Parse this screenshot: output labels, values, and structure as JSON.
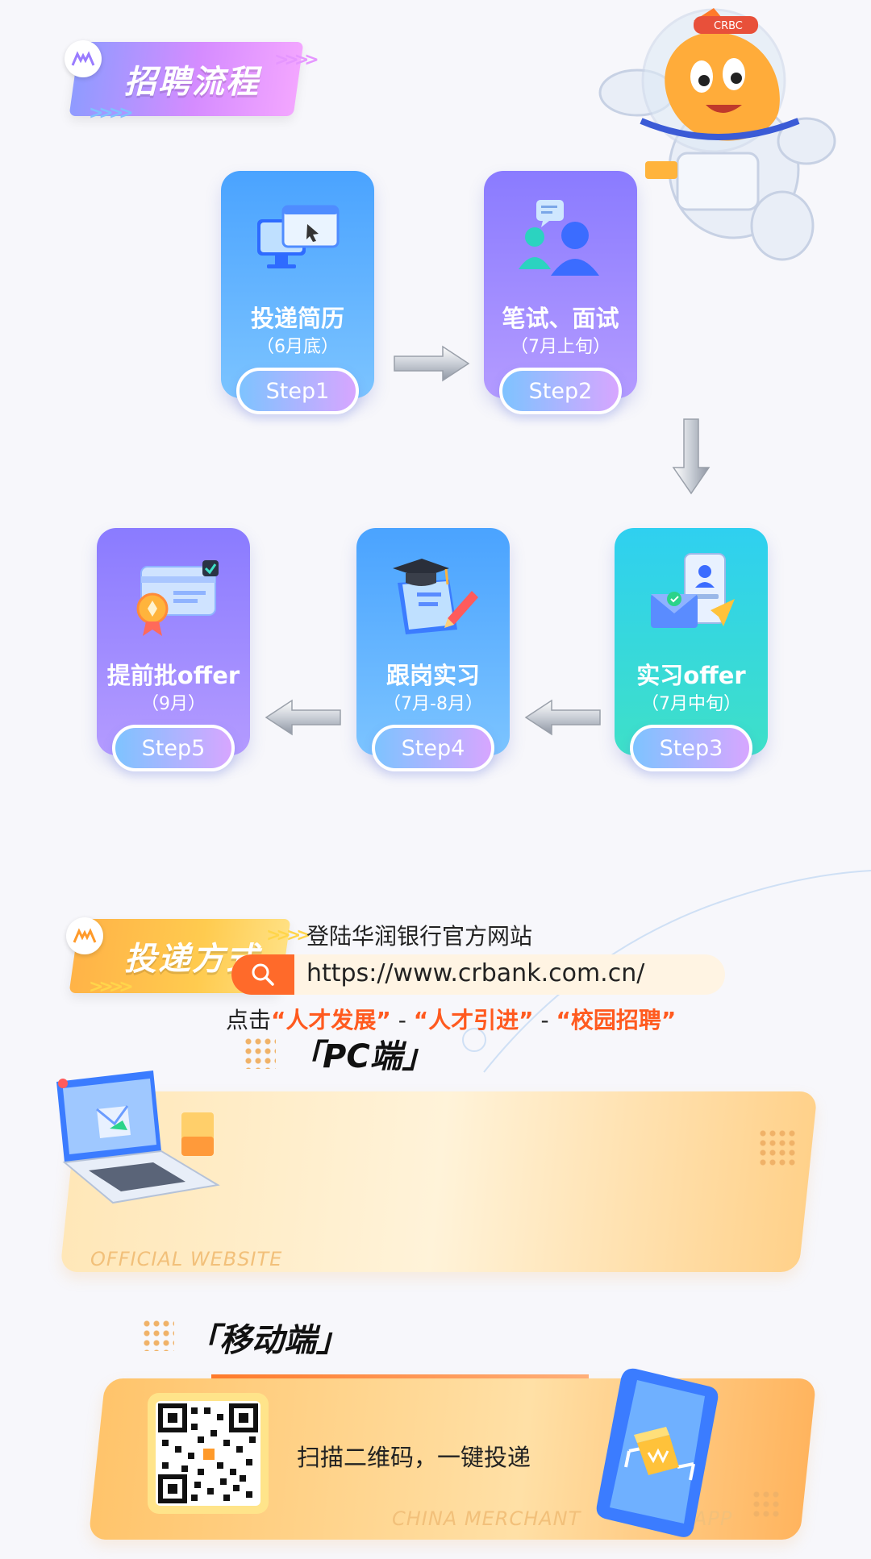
{
  "sections": {
    "process_title": "招聘流程",
    "delivery_title": "投递方式"
  },
  "mascot_label": "CRBC",
  "steps": [
    {
      "title": "投递简历",
      "time": "（6月底）",
      "step": "Step1",
      "icon": "computer-cursor-icon"
    },
    {
      "title": "笔试、面试",
      "time": "（7月上旬）",
      "step": "Step2",
      "icon": "people-chat-icon"
    },
    {
      "title": "实习offer",
      "time": "（7月中旬）",
      "step": "Step3",
      "icon": "envelope-phone-icon"
    },
    {
      "title": "跟岗实习",
      "time": "（7月-8月）",
      "step": "Step4",
      "icon": "graduation-book-icon"
    },
    {
      "title": "提前批offer",
      "time": "（9月）",
      "step": "Step5",
      "icon": "card-medal-icon"
    }
  ],
  "pc": {
    "title_open": "「",
    "title": "PC端",
    "title_close": "」",
    "line1": "登陆华润银行官方网站",
    "url": "https://www.crbank.com.cn/",
    "path_prefix": "点击",
    "path_q1": "“人才发展”",
    "path_sep1": " - ",
    "path_q2": "“人才引进”",
    "path_sep2": " - ",
    "path_q3": "“校园招聘”",
    "watermark": "OFFICIAL WEBSITE"
  },
  "mobile": {
    "title_open": "「",
    "title": "移动端",
    "title_close": "」",
    "line1": "扫描二维码，一键投递",
    "watermark": "CHINA MERCHANT",
    "watermark2": "APP"
  },
  "colors": {
    "accent_orange": "#ff5a1f",
    "card_blue": "#4aa3ff",
    "card_purple": "#8a7bff",
    "card_cyan": "#2fd0f0"
  }
}
